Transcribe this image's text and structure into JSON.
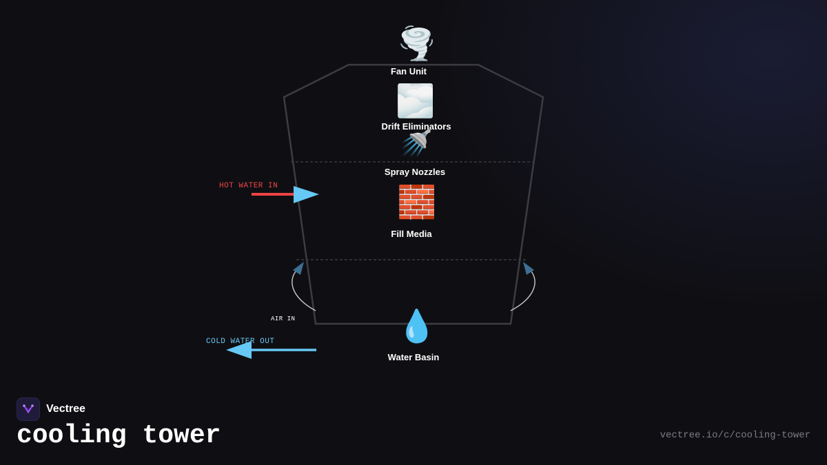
{
  "diagram": {
    "components": [
      {
        "id": "fan",
        "label": "Fan Unit",
        "icon": "tornado-icon",
        "glyph": "🌪️"
      },
      {
        "id": "drift",
        "label": "Drift Eliminators",
        "icon": "fog-icon",
        "glyph": "🌫️"
      },
      {
        "id": "spray",
        "label": "Spray Nozzles",
        "icon": "shower-icon",
        "glyph": "🚿"
      },
      {
        "id": "fill",
        "label": "Fill Media",
        "icon": "brick-icon",
        "glyph": "🧱"
      },
      {
        "id": "basin",
        "label": "Water Basin",
        "icon": "droplet-icon",
        "glyph": "💧"
      }
    ],
    "flows": {
      "hot_in": "HOT WATER IN",
      "cold_out": "COLD WATER OUT",
      "air_in": "AIR IN"
    },
    "colors": {
      "hot": "#ef4444",
      "cold": "#66c8f5",
      "air": "#3e6f93",
      "outline": "#3c3c42"
    }
  },
  "brand": {
    "name": "Vectree",
    "title": "cooling tower",
    "url": "vectree.io/c/cooling-tower"
  }
}
